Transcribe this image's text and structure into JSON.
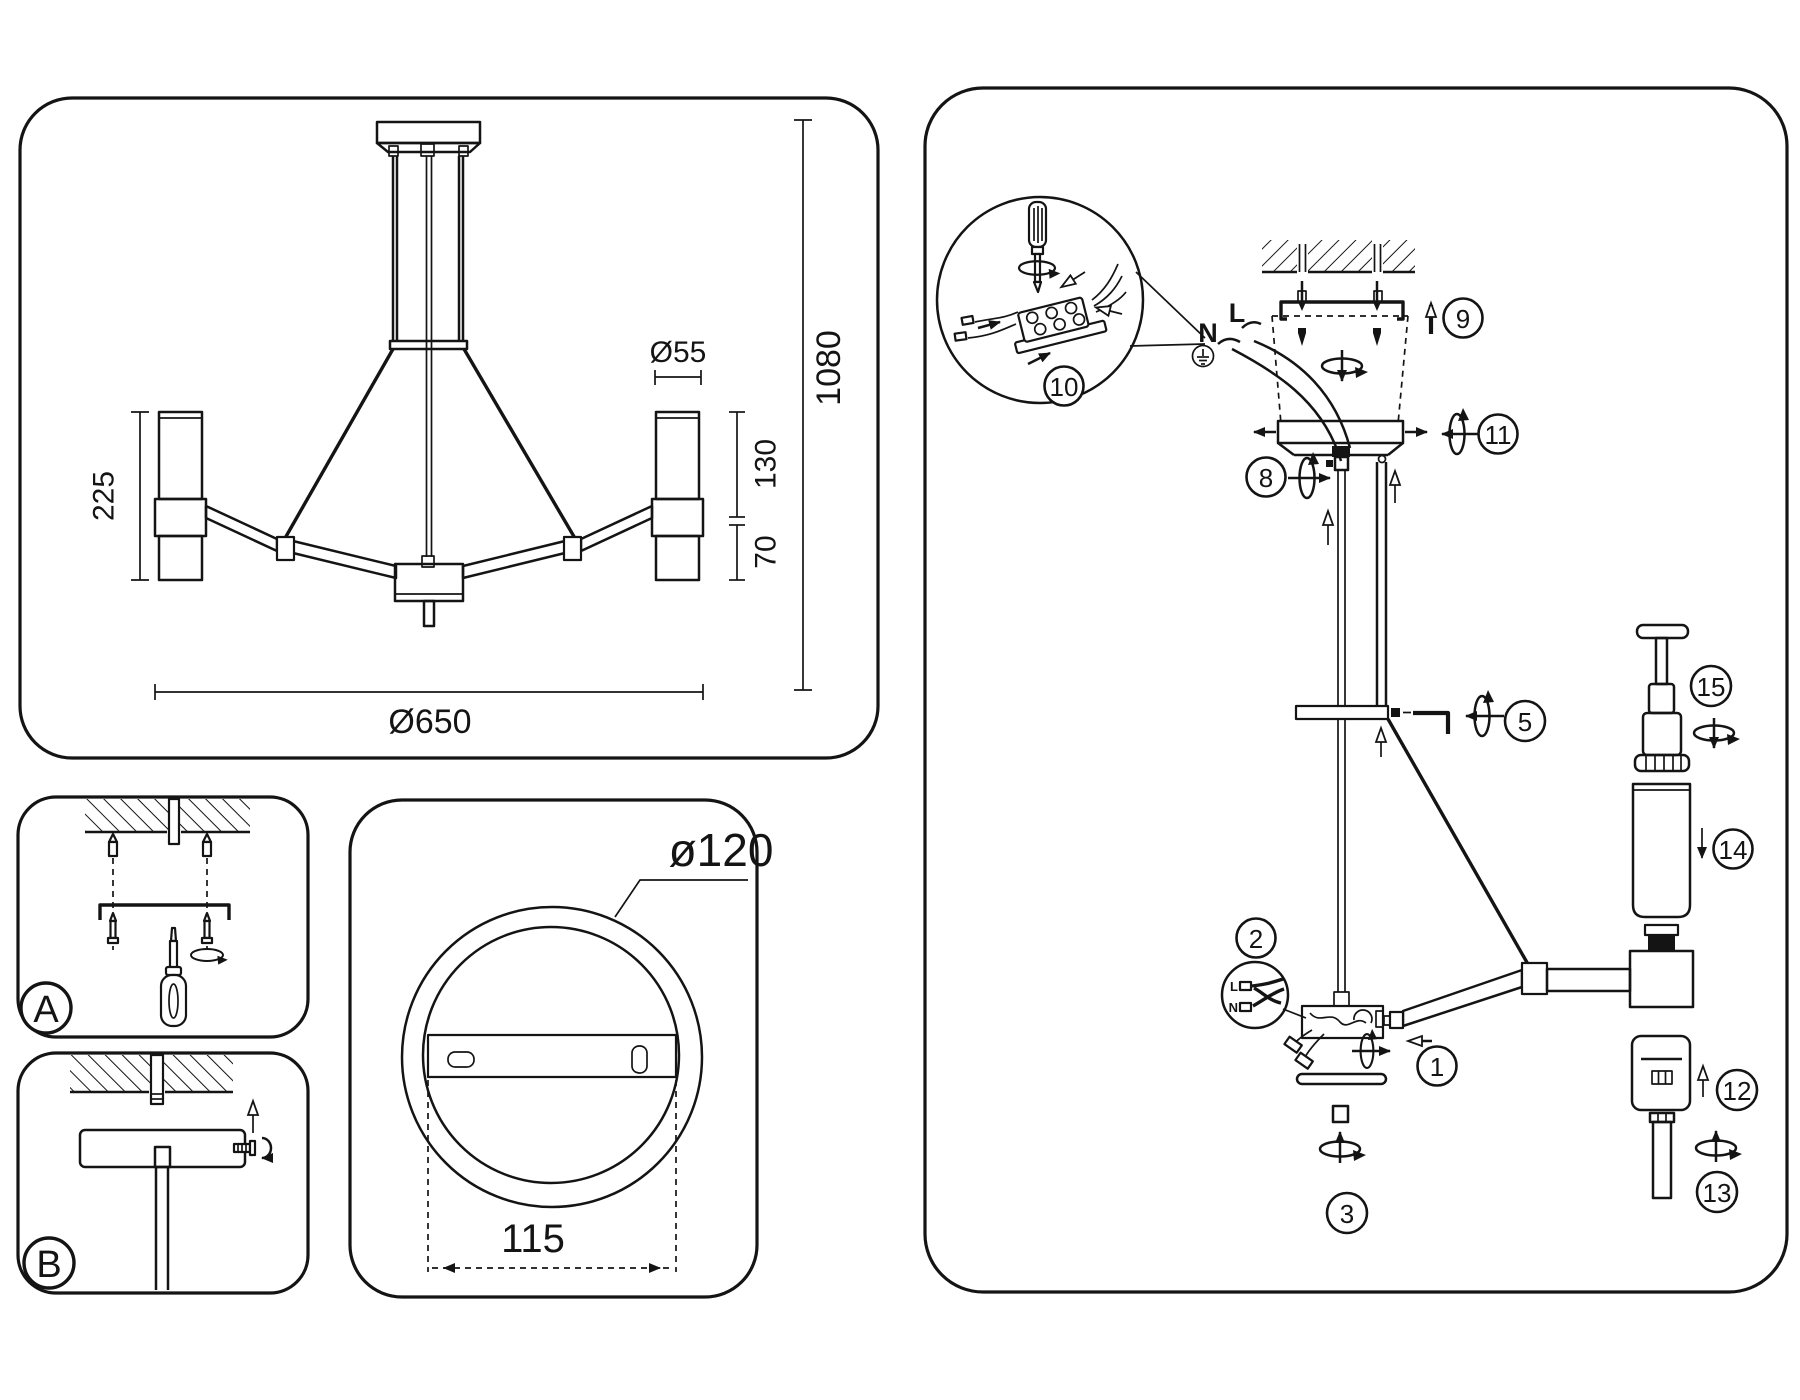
{
  "front_view": {
    "dim_lamp_diameter": "Ø55",
    "dim_upper_glass": "130",
    "dim_lower_glass": "70",
    "dim_lamp_height": "225",
    "dim_fixture_diameter": "Ø650",
    "dim_total_height": "1080"
  },
  "step_a": {
    "label": "A"
  },
  "step_b": {
    "label": "B"
  },
  "canopy_view": {
    "dim_canopy_diameter": "ø120",
    "dim_hole_spacing": "115"
  },
  "assembly": {
    "wires": {
      "neutral": "N",
      "live": "L"
    },
    "steps": {
      "s1": "1",
      "s2": "2",
      "s3": "3",
      "s5": "5",
      "s8": "8",
      "s9": "9",
      "s10": "10",
      "s11": "11",
      "s12": "12",
      "s13": "13",
      "s14": "14",
      "s15": "15"
    }
  }
}
